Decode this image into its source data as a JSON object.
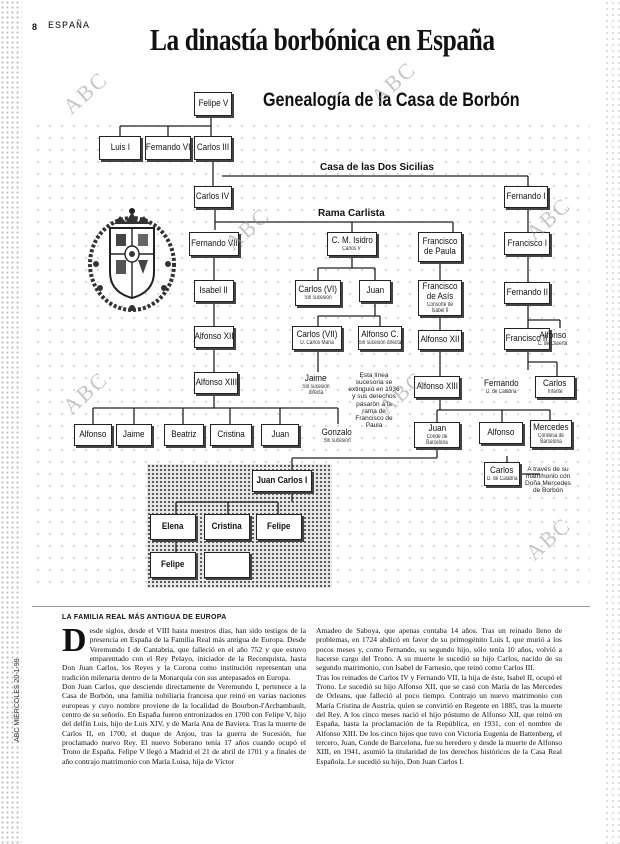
{
  "header": {
    "page_number": "8",
    "section": "ESPAÑA",
    "title": "La dinastía borbónica en España",
    "subtitle": "Genealogía de la Casa de Borbón"
  },
  "watermark": "ABC",
  "branches": {
    "dos_sicilias": "Casa de las Dos Sicilias",
    "carlista": "Rama Carlista"
  },
  "persons": {
    "felipe_v": {
      "name": "Felipe V"
    },
    "luis_i": {
      "name": "Luis I"
    },
    "fernando_vi": {
      "name": "Fernando VI"
    },
    "carlos_iii": {
      "name": "Carlos III"
    },
    "carlos_iv": {
      "name": "Carlos IV"
    },
    "fernando_i": {
      "name": "Fernando I"
    },
    "fernando_vii": {
      "name": "Fernando VII"
    },
    "cm_isidro": {
      "name": "C. M. Isidro",
      "sub": "Carlos V"
    },
    "francisco_paula": {
      "name": "Francisco de Paula"
    },
    "francisco_i": {
      "name": "Francisco I"
    },
    "isabel_ii": {
      "name": "Isabel II"
    },
    "carlos_vi": {
      "name": "Carlos (VI)",
      "sub": "Sin sucesión"
    },
    "juan": {
      "name": "Juan"
    },
    "francisco_asis": {
      "name": "Francisco de Asís",
      "sub": "Consorte de Isabel II"
    },
    "fernando_ii": {
      "name": "Fernando II"
    },
    "alfonso_xii": {
      "name": "Alfonso XII"
    },
    "carlos_vii": {
      "name": "Carlos (VII)",
      "sub": "D. Carlos María"
    },
    "alfonso_c": {
      "name": "Alfonso C.",
      "sub": "Sin sucesión directa"
    },
    "alfonso_xii_b": {
      "name": "Alfonso XII"
    },
    "francisco_ii": {
      "name": "Francisco II"
    },
    "alfonso_cc": {
      "name": "Alfonso",
      "sub": "C. de Caserta"
    },
    "alfonso_xiii": {
      "name": "Alfonso XIII"
    },
    "jaime": {
      "name": "Jaime",
      "sub": "Sin sucesión directa"
    },
    "alfonso_xiii_b": {
      "name": "Alfonso XIII"
    },
    "fernando_c": {
      "name": "Fernando",
      "sub": "D. de Calabria"
    },
    "carlos_infante": {
      "name": "Carlos",
      "sub": "Infante"
    },
    "alfonso_h": {
      "name": "Alfonso"
    },
    "jaime_h": {
      "name": "Jaime"
    },
    "beatriz": {
      "name": "Beatriz"
    },
    "cristina_h": {
      "name": "Cristina"
    },
    "juan_h": {
      "name": "Juan"
    },
    "gonzalo": {
      "name": "Gonzalo",
      "sub": "Sin sucesión"
    },
    "juan_cb": {
      "name": "Juan",
      "sub": "Conde de Barcelona"
    },
    "alfonso_2": {
      "name": "Alfonso"
    },
    "mercedes": {
      "name": "Mercedes",
      "sub": "Condesa de Barcelona"
    },
    "juan_carlos_i": {
      "name": "Juan Carlos I"
    },
    "carlos_dc": {
      "name": "Carlos",
      "sub": "D. de Calabria"
    },
    "elena": {
      "name": "Elena"
    },
    "cristina": {
      "name": "Cristina"
    },
    "felipe": {
      "name": "Felipe"
    },
    "felipe_2": {
      "name": "Felipe"
    }
  },
  "notes": {
    "sucesion": "Esta línea sucesoria se extinguió en 1936 y sus derechos pasaron a la rama de Francisco de Paula",
    "matrimonio": "A través de su matrimonio con Doña Mercedes de Borbón"
  },
  "article": {
    "kicker": "LA FAMILIA REAL MÁS ANTIGUA DE EUROPA",
    "dropcap": "D",
    "col1": "esde siglos, desde el VIII hasta nuestros días, han sido testigos de la presencia en España de la Familia Real más antigua de Europa. Desde Veremundo I de Cantabria, que falleció en el año 752 y que estuvo emparentado con el Rey Pelayo, iniciador de la Reconquista, hasta Don Juan Carlos, los Reyes y la Corona como institución representan una tradición milenaria dentro de la Monarquía con sus antepasados en Europa.",
    "col1b": "Don Juan Carlos, que desciende directamente de Veremundo I, pertenece a la Casa de Borbón, una familia nobiliaria francesa que reinó en varias naciones europeas y cuyo nombre proviene de la localidad de Bourbon-l'Archambault, centro de su señorío. En España fueron entronizados en 1700 con Felipe V, hijo del delfín Luis, hijo de Luis XIV, y de María Ana de Baviera. Tras la muerte de Carlos II, en 1700, el duque de Anjou, tras la guerra de Sucesión, fue proclamado nuevo Rey. El nuevo Soberano tenía 17 años cuando ocupó el Trono de España. Felipe V llegó a Madrid el 21 de abril de 1701 y a finales de año contrajo matrimonio con María Luisa, hija de Víctor",
    "col2": "Amadeo de Saboya, que apenas contaba 14 años. Tras un reinado lleno de problemas, en 1724 abdicó en favor de su primogénito Luis I, que murió a los pocos meses y, como Fernando, su segundo hijo, sólo tenía 10 años, volvió a hacerse cargo del Trono. A su muerte le sucedió su hijo Carlos, nacido de su segundo matrimonio, con Isabel de Farnesio, que reinó como Carlos III.",
    "col2b": "Tras los reinados de Carlos IV y Fernando VII, la hija de éste, Isabel II, ocupó el Trono. Le sucedió su hijo Alfonso XII, que se casó con María de las Mercedes de Orleans, que falleció al poco tiempo. Contrajo un nuevo matrimonio con María Cristina de Austria, quien se convirtió en Regente en 1885, tras la muerte del Rey. A los cinco meses nació el hijo póstumo de Alfonso XII, que reinó en España, hasta la proclamación de la República, en 1931, con el nombre de Alfonso XIII. De los cinco hijos que tuvo con Victoria Eugenia de Battenberg, el tercero, Juan, Conde de Barcelona, fue su heredero y desde la muerte de Alfonso XIII, en 1941, asumió la titularidad de los derechos históricos de la Casa Real Española. Le sucedió su hijo, Don Juan Carlos I."
  },
  "side_date": "ABC MIÉRCOLES 20-1-99"
}
